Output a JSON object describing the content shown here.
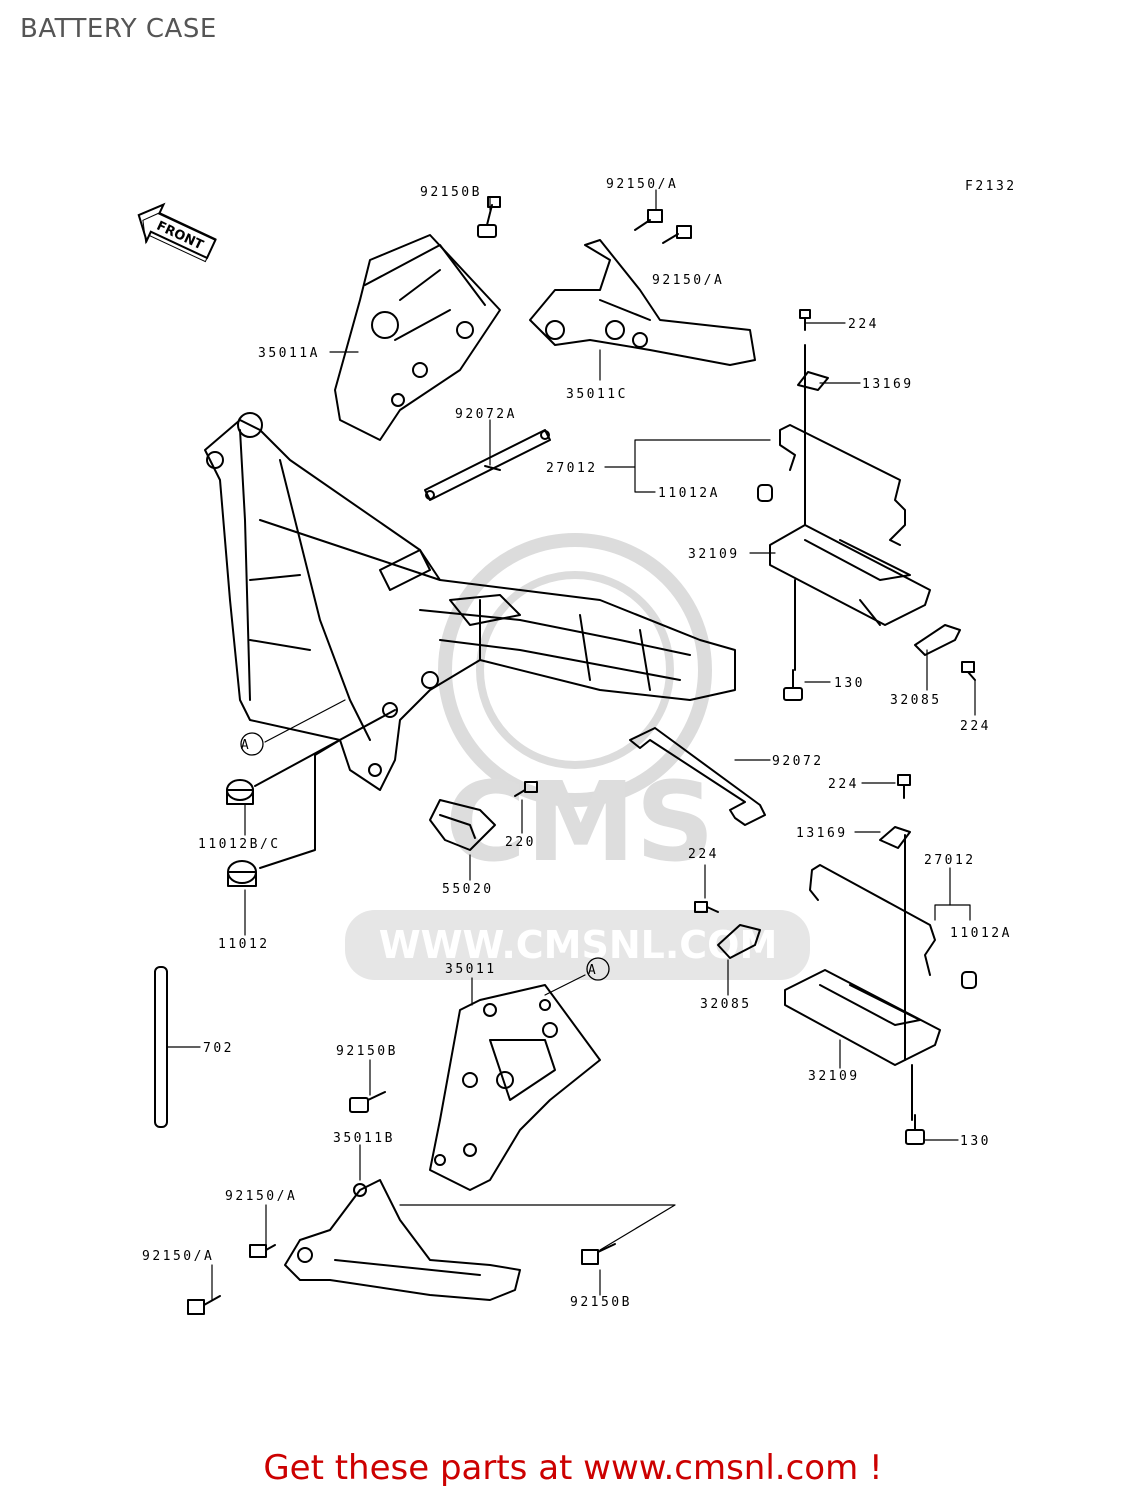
{
  "page": {
    "title": "BATTERY CASE"
  },
  "diagram": {
    "figure_code": "F2132",
    "front_marker": "FRONT",
    "watermark": {
      "brand": "CMS",
      "url": "WWW.CMSNL.COM"
    },
    "callouts": {
      "c92150b_top": "92150B",
      "c92150a_top": "92150/A",
      "c92150a_mid": "92150/A",
      "c35011a": "35011A",
      "c35011c": "35011C",
      "c224_top": "224",
      "c13169_top": "13169",
      "c92072a": "92072A",
      "c27012_top": "27012",
      "c11012a_top": "11012A",
      "c32109_top": "32109",
      "c130_top": "130",
      "c32085_top": "32085",
      "c224_right": "224",
      "c92072": "92072",
      "c224_mid": "224",
      "c13169_low": "13169",
      "c27012_low": "27012",
      "c224_low": "224",
      "c11012a_low": "11012A",
      "c32085_low": "32085",
      "c32109_low": "32109",
      "c130_low": "130",
      "c11012bc": "11012B/C",
      "c220": "220",
      "c55020": "55020",
      "c11012": "11012",
      "c35011": "35011",
      "c702": "702",
      "c92150b_left": "92150B",
      "c35011b": "35011B",
      "c92150a_bl1": "92150/A",
      "c92150a_bl2": "92150/A",
      "c92150b_bottom": "92150B",
      "ref_a1": "A",
      "ref_a2": "A"
    }
  },
  "footer": {
    "text": "Get these parts at www.cmsnl.com !"
  },
  "colors": {
    "title": "#555555",
    "footer": "#cc0000",
    "line": "#000000",
    "watermark": "#d9d9d9"
  }
}
